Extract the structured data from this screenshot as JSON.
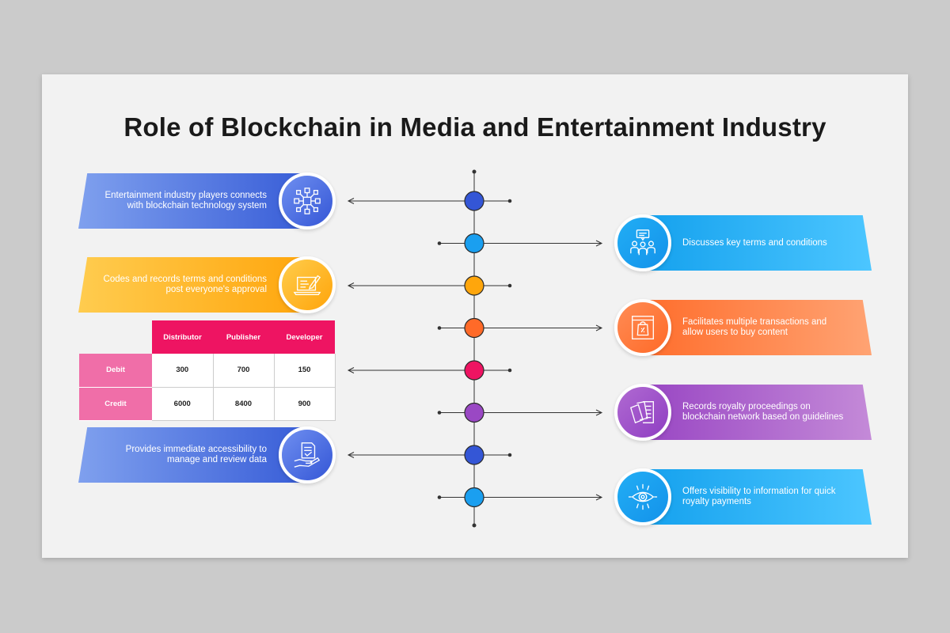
{
  "title": "Role of Blockchain in Media and Entertainment Industry",
  "left_items": [
    {
      "text": "Entertainment industry players connects with blockchain technology system",
      "icon": "network-nodes-icon",
      "color": "#3a5fd8"
    },
    {
      "text": "Codes and records terms and conditions post everyone's approval",
      "icon": "laptop-pen-icon",
      "color": "#ffa70f"
    },
    {
      "text": "Provides immediate accessibility to manage and review data",
      "icon": "hand-document-icon",
      "color": "#3a5fd8"
    }
  ],
  "right_items": [
    {
      "text": "Discusses key terms and conditions",
      "icon": "meeting-chat-icon",
      "color": "#16a2ee"
    },
    {
      "text": "Facilitates multiple transactions and allow users to buy content",
      "icon": "shopping-bag-screen-icon",
      "color": "#ff6f2e"
    },
    {
      "text": "Records royalty proceedings on blockchain network based on guidelines",
      "icon": "documents-stack-icon",
      "color": "#9a48c4"
    },
    {
      "text": "Offers visibility to information for quick royalty payments",
      "icon": "eye-circuit-icon",
      "color": "#16a2ee"
    }
  ],
  "table": {
    "columns": [
      "Distributor",
      "Publisher",
      "Developer"
    ],
    "rows": [
      {
        "label": "Debit",
        "values": [
          "300",
          "700",
          "150"
        ]
      },
      {
        "label": "Credit",
        "values": [
          "6000",
          "8400",
          "900"
        ]
      }
    ]
  },
  "timeline_nodes": [
    {
      "color": "#3456d6",
      "direction": "left"
    },
    {
      "color": "#1a9ff0",
      "direction": "right"
    },
    {
      "color": "#ffa60c",
      "direction": "left"
    },
    {
      "color": "#ff6a28",
      "direction": "right"
    },
    {
      "color": "#ee1462",
      "direction": "left"
    },
    {
      "color": "#9a48c4",
      "direction": "right"
    },
    {
      "color": "#3456d6",
      "direction": "left"
    },
    {
      "color": "#1a9ff0",
      "direction": "right"
    }
  ]
}
